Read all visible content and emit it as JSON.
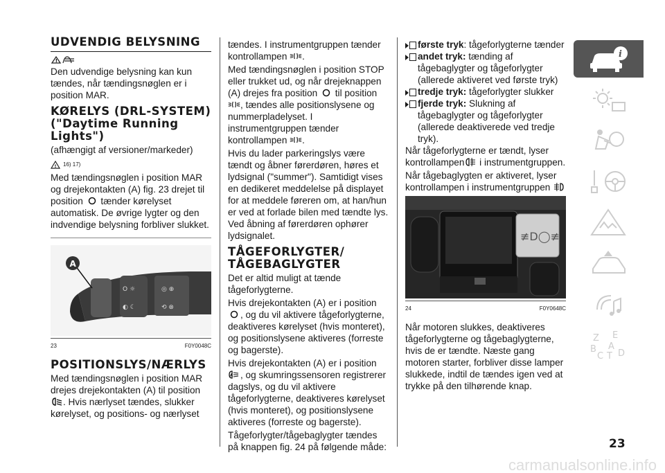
{
  "col1": {
    "h_udvendig": "UDVENDIG BELYSNING",
    "p_intro": "Den udvendige belysning kan kun tændes, når tændingsnøglen er i position MAR.",
    "h_drl": "KØRELYS (DRL-SYSTEM) (\"Daytime Running Lights\")",
    "p_drl_note": "(afhængigt af versioner/markeder)",
    "warn_refs": "16)  17)",
    "p_drl_1": "Med tændingsnøglen i position MAR og drejekontakten (A) fig. 23 drejet til position",
    "p_drl_2": "tænder kørelyset automatisk. De øvrige lygter og den indvendige belysning forbliver slukket.",
    "fig23_label_a": "A",
    "fig23_num": "23",
    "fig23_code": "F0Y0048C",
    "h_pos": "POSITIONSLYS/NÆRLYS",
    "p_pos_1": "Med tændingsnøglen i position MAR drejes drejekontakten (A) til position",
    "p_pos_2": ". Hvis nærlyset tændes, slukker kørelyset, og positions- og nærlyset"
  },
  "col2": {
    "p_1a": "tændes. I instrumentgruppen tænder kontrollampen",
    "p_1b": ".",
    "p_2a": "Med tændingsnøglen i position STOP eller trukket ud, og når drejeknappen (A) drejes fra position",
    "p_2b": "til position",
    "p_2c": ", tændes alle positionslysene og nummerpladelyset. I instrumentgruppen tænder kontrollampen",
    "p_2d": ".",
    "p_3": "Hvis du lader parkeringslys være tændt og åbner førerdøren, høres et lydsignal (\"summer\"). Samtidigt vises en dedikeret meddelelse på displayet for at meddele føreren om, at han/hun er ved at forlade bilen med tændte lys. Ved åbning af førerdøren ophører lydsignalet.",
    "h_fog": "TÅGEFORLYGTER/ TÅGEBAGLYGTER",
    "p_4": "Det er altid muligt at tænde tågeforlygterne.",
    "p_5a": "Hvis drejekontakten (A) er i position",
    "p_5b": ", og du vil aktivere tågeforlygterne, deaktiveres kørelyset (hvis monteret), og positionslysene aktiveres (forreste og bagerste).",
    "p_6a": "Hvis drejekontakten (A) er i position",
    "p_6b": ", og skumringssensoren registrerer dagslys, og du vil aktivere tågeforlygterne, deaktiveres kørelyset (hvis monteret), og positionslysene aktiveres (forreste og bagerste).",
    "p_7": "Tågeforlygter/tågebaglygter tændes på knappen fig. 24 på følgende måde:"
  },
  "col3": {
    "li1_b": "første tryk",
    "li1_t": ": tågeforlygterne tænder",
    "li2_b": "andet tryk:",
    "li2_t": " tænding af tågebaglygter og tågeforlygter (allerede aktiveret ved første tryk)",
    "li3_b": "tredje tryk:",
    "li3_t": " tågeforlygter slukker",
    "li4_b": "fjerde tryk:",
    "li4_t": " Slukning af tågebaglygter og tågeforlygter (allerede deaktiverede ved tredje tryk).",
    "p_1a": "Når tågeforlygterne er tændt, lyser kontrollampen",
    "p_1b": " i instrumentgruppen.",
    "p_2": "Når tågebaglygten er aktiveret, lyser kontrollampen i instrumentgruppen",
    "fig24_num": "24",
    "fig24_code": "F0Y0648C",
    "p_3": "Når motoren slukkes, deaktiveres tågeforlygterne og tågebaglygterne, hvis de er tændte. Næste gang motoren starter, forbliver disse lamper slukkede, indtil de tændes igen ved at trykke på den tilhørende knap."
  },
  "sidebar": {
    "icons": [
      "car-info-icon",
      "warning-lights-icon",
      "airbag-icon",
      "steering-icon",
      "emergency-icon",
      "service-icon",
      "multimedia-icon",
      "index-icon"
    ],
    "index_letters": [
      "Z",
      "E",
      "A",
      "B",
      "D",
      "C",
      "T"
    ]
  },
  "page_number": "23",
  "footer": "carmanualsonline.info"
}
